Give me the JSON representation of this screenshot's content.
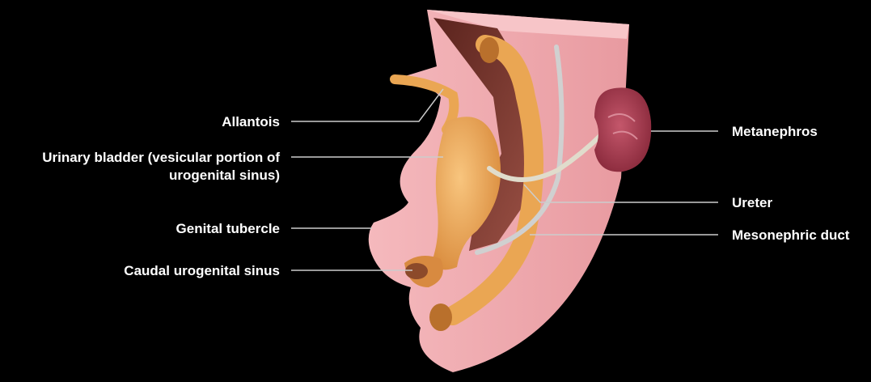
{
  "diagram": {
    "labels_left": {
      "allantois": "Allantois",
      "urinary_bladder_line1": "Urinary bladder (vesicular portion of",
      "urinary_bladder_line2": "urogenital sinus)",
      "genital_tubercle": "Genital tubercle",
      "caudal_urogenital_sinus": "Caudal urogenital sinus"
    },
    "labels_right": {
      "metanephros": "Metanephros",
      "ureter": "Ureter",
      "mesonephric_duct": "Mesonephric duct"
    },
    "colors": {
      "background": "#000000",
      "body_wall": "#f2a9ae",
      "cavity": "#7a3b32",
      "duct_orange": "#eaa653",
      "duct_grey": "#cfcfcf",
      "kidney": "#a8394f",
      "leader_line": "#cccccc"
    }
  }
}
